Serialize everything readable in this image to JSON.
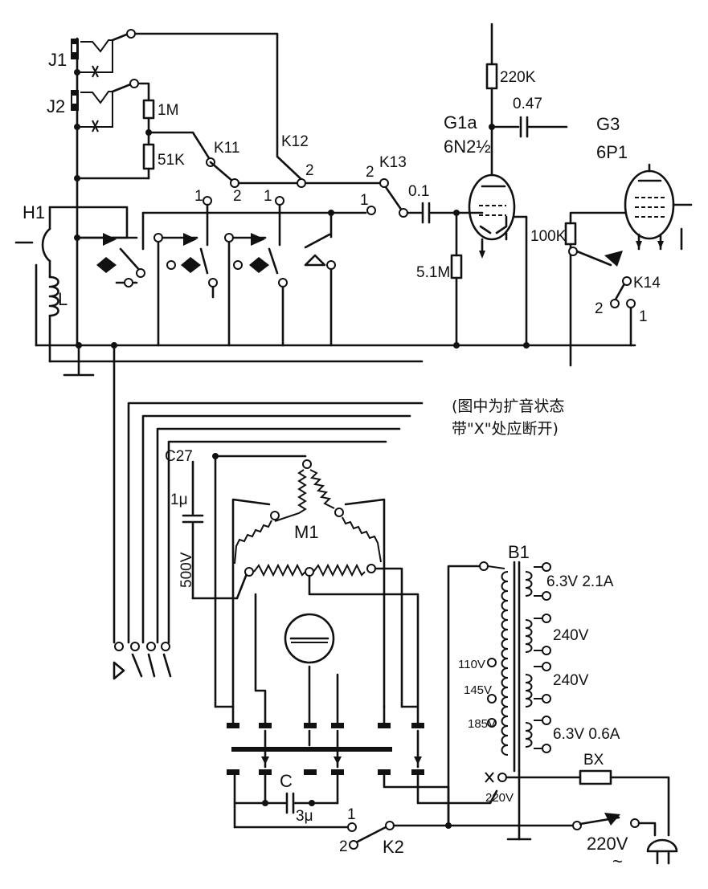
{
  "labels": {
    "j1": "J1",
    "j2": "J2",
    "r1m": "1M",
    "r51k": "51K",
    "k11": "K11",
    "k12": "K12",
    "k13": "K13",
    "k14": "K14",
    "pos1a": "1",
    "pos1b": "1",
    "pos1c": "1",
    "pos2a": "2",
    "pos2b": "2",
    "pos2c": "2",
    "h1": "H1",
    "l": "L",
    "r220k": "220K",
    "c047": "0.47",
    "g1a": "G1a",
    "g1a_type": "6N2½",
    "g3": "G3",
    "g3_type": "6P1",
    "c01": "0.1",
    "r51m": "5.1M",
    "r100k": "100K",
    "k14_pos2": "2",
    "k14_pos1": "1",
    "c27": "C27",
    "c1u": "1μ",
    "c500v": "500V",
    "m1": "M1",
    "b1": "B1",
    "v63_21a": "6.3V 2.1A",
    "v240a": "240V",
    "v240b": "240V",
    "v63_06a": "6.3V 0.6A",
    "v110": "110V",
    "v145": "145V",
    "v185": "185V",
    "v220": "220V",
    "bx": "BX",
    "c_label": "C",
    "c3u": "3μ",
    "k2": "K2",
    "k2_pos1": "1",
    "k2_pos2": "2",
    "mains": "220V",
    "mains_sym": "~"
  },
  "note": {
    "line1": "(图中为扩音状态",
    "line2": "带\"X\"处应断开)"
  }
}
